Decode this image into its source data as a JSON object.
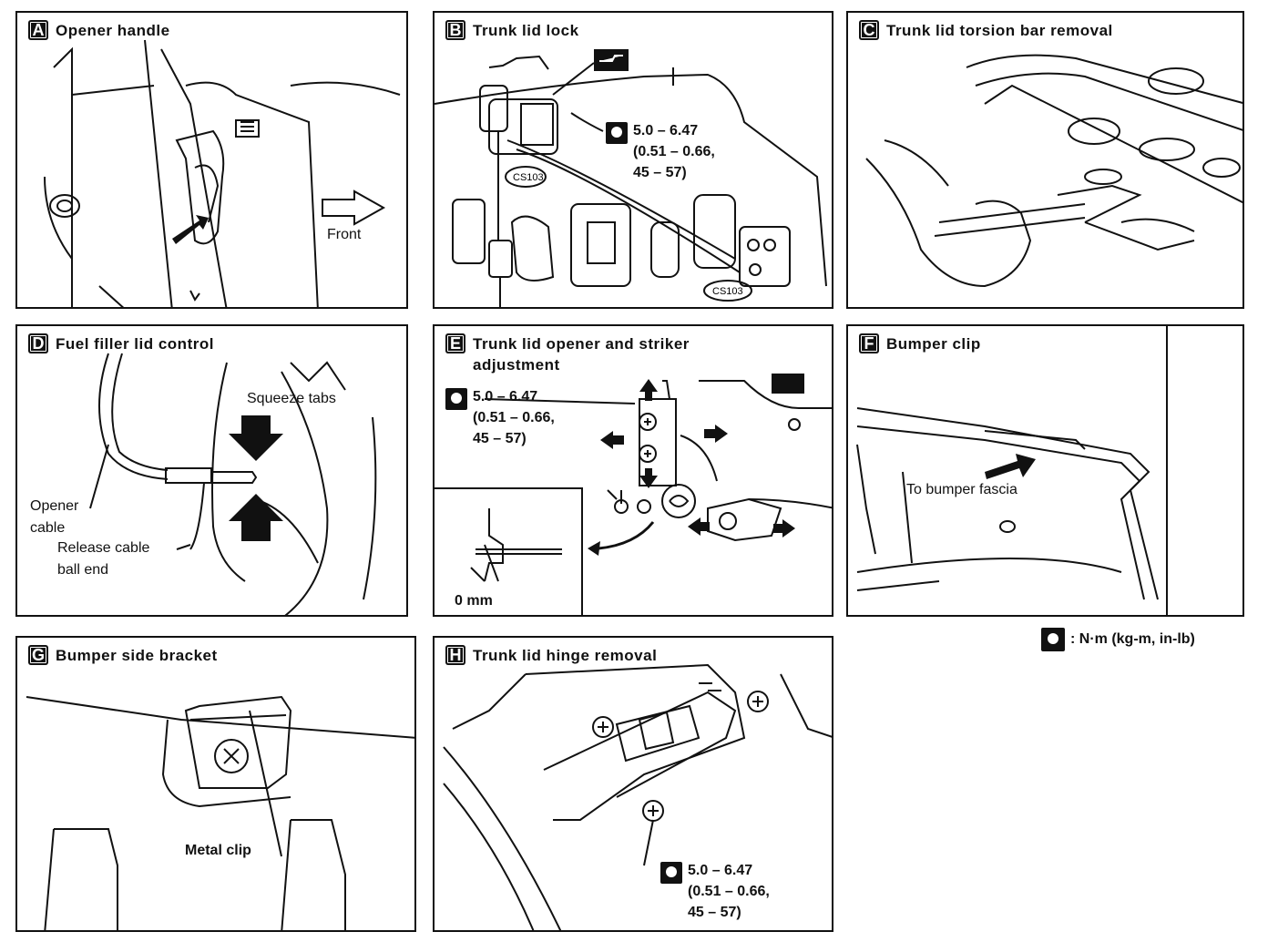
{
  "panels": {
    "a": {
      "letter": "A",
      "title": "Opener handle",
      "front": "Front"
    },
    "b": {
      "letter": "B",
      "title": "Trunk lid lock",
      "cs1": "CS103",
      "cs2": "CS103",
      "torque": [
        "5.0 – 6.47",
        "(0.51 – 0.66,",
        "45 – 57)"
      ]
    },
    "c": {
      "letter": "C",
      "title": "Trunk lid torsion bar removal"
    },
    "d": {
      "letter": "D",
      "title": "Fuel filler lid control",
      "squeeze": "Squeeze tabs",
      "opener1": "Opener",
      "opener2": "cable",
      "release1": "Release cable",
      "release2": "ball end"
    },
    "e": {
      "letter": "E",
      "title1": "Trunk lid opener and striker",
      "title2": "adjustment",
      "torque": [
        "5.0 – 6.47",
        "(0.51 – 0.66,",
        "45 – 57)"
      ],
      "zero": "0 mm"
    },
    "f": {
      "letter": "F",
      "title": "Bumper clip",
      "fascia": "To bumper fascia"
    },
    "g": {
      "letter": "G",
      "title": "Bumper side bracket",
      "clip": "Metal clip"
    },
    "h": {
      "letter": "H",
      "title": "Trunk lid hinge removal",
      "torque": [
        "5.0 – 6.47",
        "(0.51 – 0.66,",
        "45 – 57)"
      ]
    }
  },
  "legend": {
    "text": ": N·m (kg-m, in-lb)",
    "icon": "torque-wrench-icon"
  }
}
